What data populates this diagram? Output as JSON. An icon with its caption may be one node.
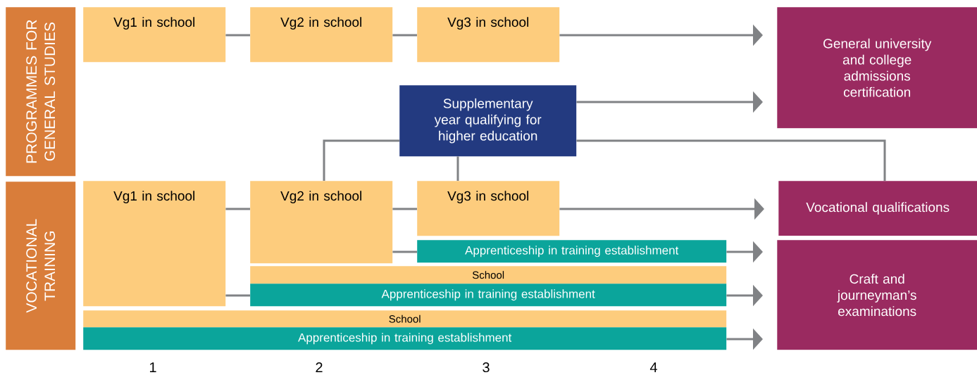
{
  "diagram": {
    "nodes": [
      {
        "text": [
          "PROGRAMMES FOR GENERAL STUDIES"
        ]
      },
      {
        "text": [
          "VOCATIONAL TRAINING"
        ]
      },
      {
        "text": [
          "Vg1 in school"
        ]
      },
      {
        "text": [
          "Vg2 in school"
        ]
      },
      {
        "text": [
          "Vg3 in school"
        ]
      },
      {
        "text": [
          "Supplementary year qualifying for higher education"
        ]
      },
      {
        "text": [
          "General university and college admissions certification"
        ]
      },
      {
        "text": [
          "Vg1 in school"
        ]
      },
      {
        "text": [
          "Vg2 in school"
        ]
      },
      {
        "text": [
          "Vg3 in school"
        ]
      },
      {
        "text": [
          "Apprenticeship in training establishment"
        ]
      },
      {
        "text": [
          "School"
        ]
      },
      {
        "text": [
          "Apprenticeship in training establishment"
        ]
      },
      {
        "text": [
          "School"
        ]
      },
      {
        "text": [
          "Apprenticeship in training establishment"
        ]
      },
      {
        "text": [
          "Vocational qualifications"
        ]
      },
      {
        "text": [
          "Craft and journeyman’s examinations"
        ]
      }
    ],
    "edges": [
      {
        "from": 2,
        "to": 3,
        "arrow": "none"
      },
      {
        "from": 3,
        "to": 4,
        "arrow": "none"
      },
      {
        "from": 4,
        "to": 6,
        "arrow": "to"
      },
      {
        "from": 5,
        "to": 6,
        "arrow": "to"
      },
      {
        "from": 8,
        "to": 5,
        "arrow": "none"
      },
      {
        "from": 9,
        "to": 5,
        "arrow": "none"
      },
      {
        "from": 5,
        "to": 15,
        "arrow": "none"
      },
      {
        "from": 7,
        "to": 8,
        "arrow": "none"
      },
      {
        "from": 8,
        "to": 9,
        "arrow": "none"
      },
      {
        "from": 9,
        "to": 15,
        "arrow": "to"
      },
      {
        "from": 8,
        "to": 10,
        "arrow": "none"
      },
      {
        "from": 10,
        "to": 16,
        "arrow": "to"
      },
      {
        "from": 7,
        "to": 12,
        "arrow": "none"
      },
      {
        "from": 12,
        "to": 16,
        "arrow": "to"
      },
      {
        "from": 14,
        "to": 16,
        "arrow": "to"
      }
    ],
    "labels": [
      "1",
      "2",
      "3",
      "4"
    ]
  }
}
